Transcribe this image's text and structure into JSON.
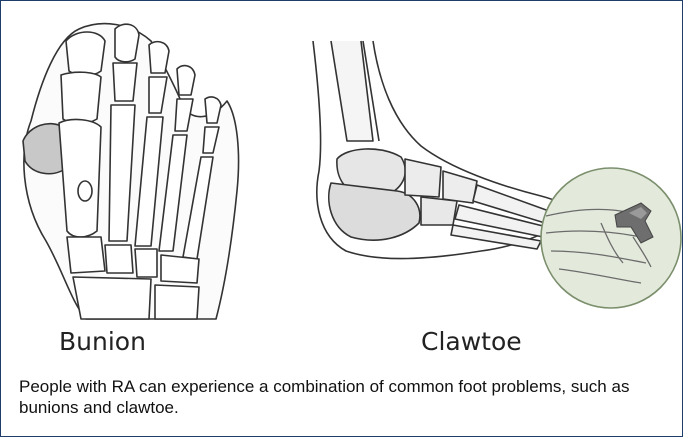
{
  "figure": {
    "left_label": "Bunion",
    "right_label": "Clawtoe",
    "caption": "People with RA can experience a combination of common foot problems, such as bunions and clawtoe."
  }
}
